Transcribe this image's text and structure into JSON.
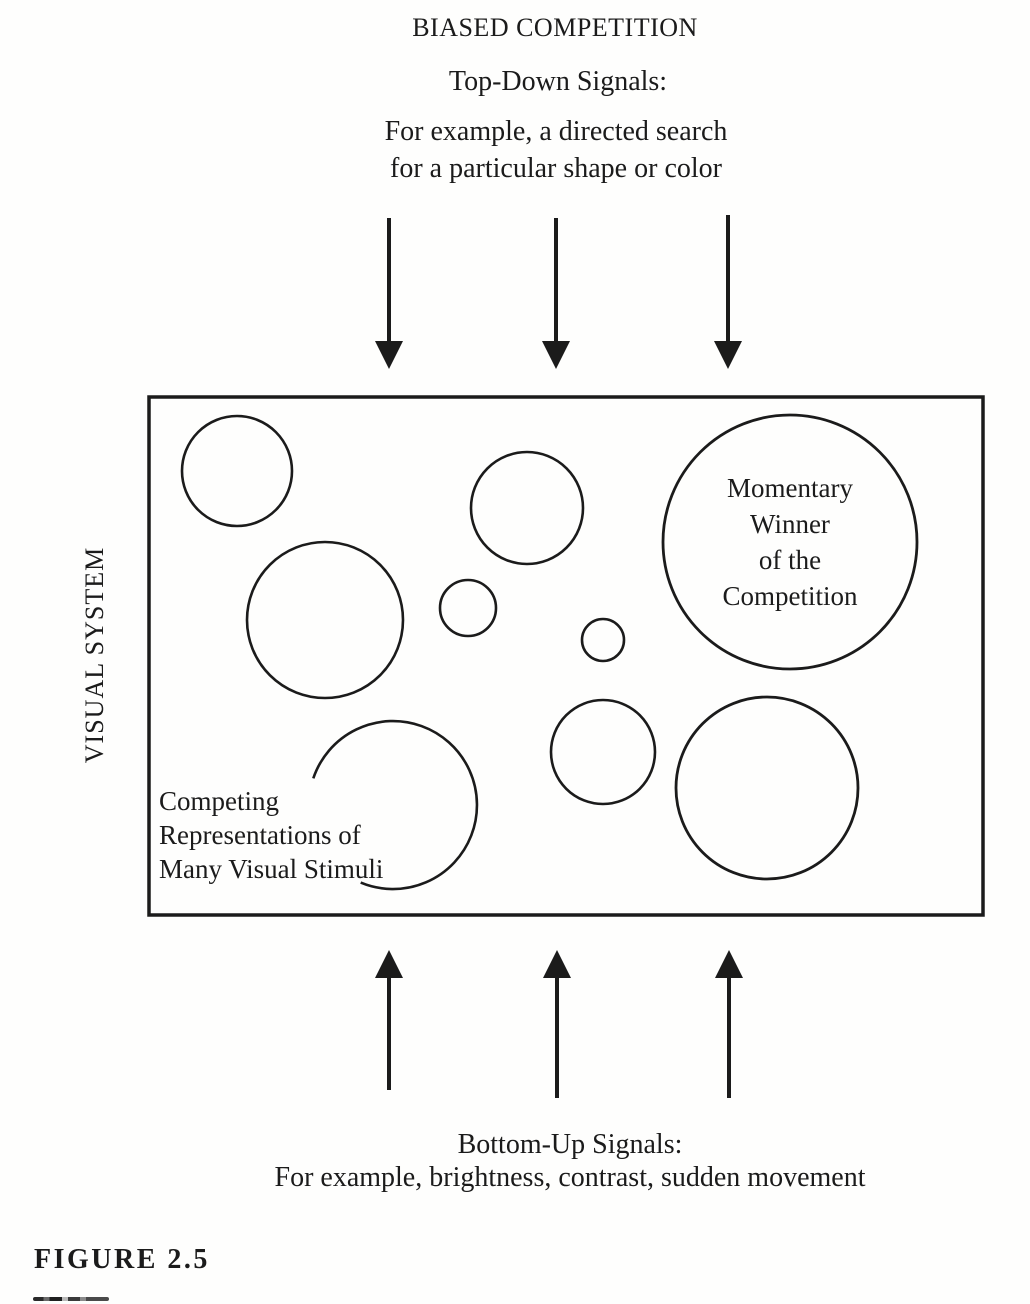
{
  "figure": {
    "title": "BIASED COMPETITION",
    "caption": "FIGURE 2.5"
  },
  "top_down": {
    "heading": "Top-Down Signals:",
    "example_line1": "For example, a directed search",
    "example_line2": "for a particular shape or color"
  },
  "bottom_up": {
    "heading": "Bottom-Up Signals:",
    "example_line1": "For example, brightness, contrast, sudden movement"
  },
  "visual_system": {
    "side_label": "VISUAL SYSTEM",
    "winner_circle": {
      "line1": "Momentary",
      "line2": "Winner",
      "line3": "of the",
      "line4": "Competition"
    },
    "competing_label": {
      "line1": "Competing",
      "line2": "Representations of",
      "line3": "Many Visual Stimuli"
    }
  },
  "colors": {
    "ink": "#1b1b1b",
    "paper": "#fefefd"
  }
}
